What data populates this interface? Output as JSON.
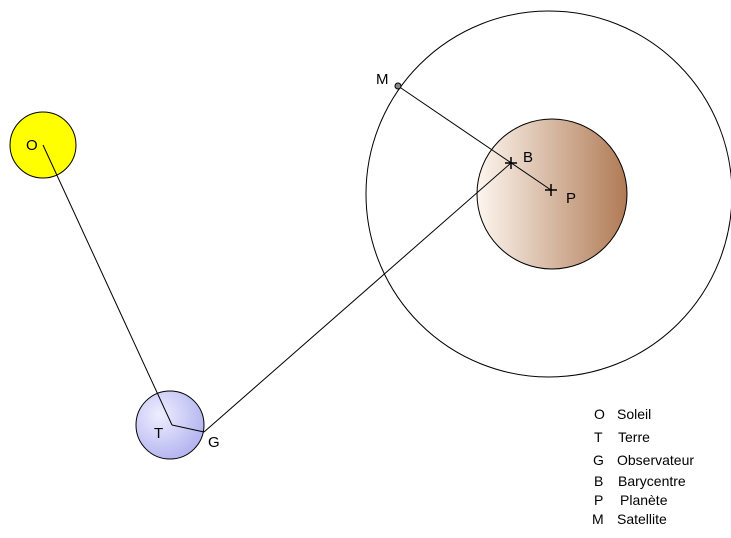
{
  "diagram": {
    "points": {
      "O": {
        "label": "O"
      },
      "T": {
        "label": "T"
      },
      "G": {
        "label": "G"
      },
      "B": {
        "label": "B"
      },
      "P": {
        "label": "P"
      },
      "M": {
        "label": "M"
      }
    },
    "legend": [
      {
        "letter": "O",
        "text": "Soleil"
      },
      {
        "letter": "T",
        "text": "Terre"
      },
      {
        "letter": "G",
        "text": "Observateur"
      },
      {
        "letter": "B",
        "text": "Barycentre"
      },
      {
        "letter": "P",
        "text": "Planète"
      },
      {
        "letter": "M",
        "text": "Satellite"
      }
    ],
    "colors": {
      "sun_fill": "#ffff00",
      "sun_stroke": "#000000",
      "earth_fill_light": "#eeeeff",
      "earth_fill_dark": "#b3b3f0",
      "planet_fill_light": "#fdf6ef",
      "planet_fill_dark": "#b07a55",
      "line": "#000000"
    }
  }
}
